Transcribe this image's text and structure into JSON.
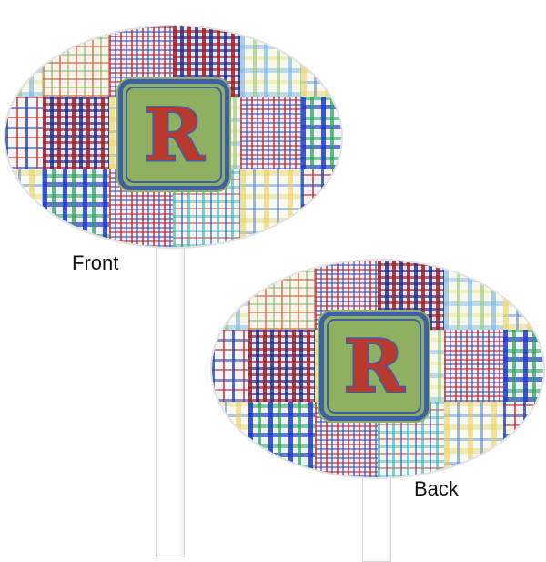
{
  "front": {
    "label": "Front",
    "monogram": "R"
  },
  "back": {
    "label": "Back",
    "monogram": "R"
  },
  "colors": {
    "monogram_bg": "#8fb060",
    "monogram_border": "#3d5fa8",
    "letter": "#b83a2e"
  }
}
